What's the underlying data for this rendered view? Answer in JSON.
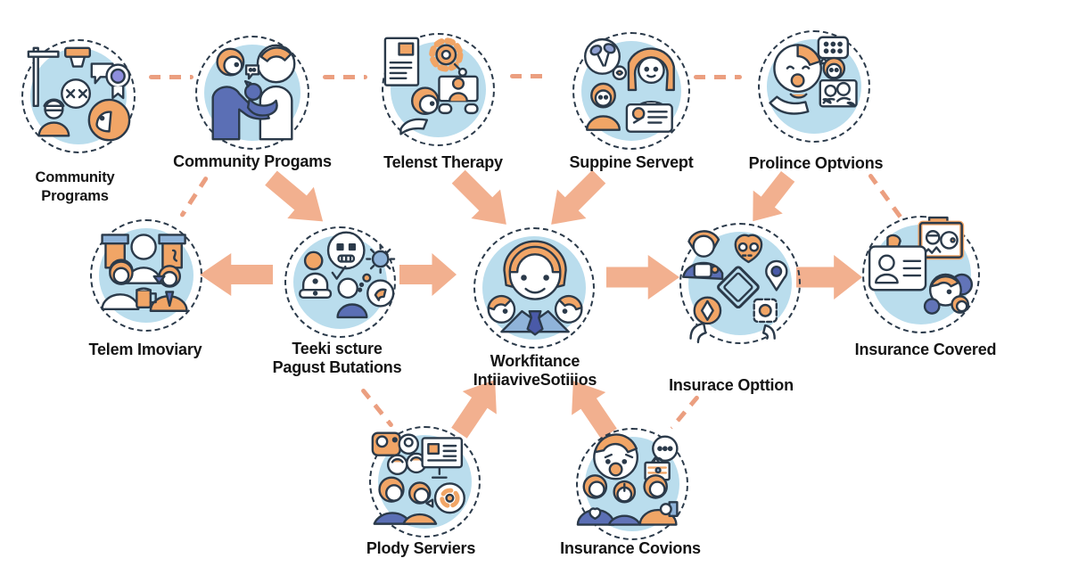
{
  "diagram": {
    "nodes": [
      {
        "id": "community-programs",
        "label": "Community Programs"
      },
      {
        "id": "community-progams",
        "label": "Community Progams"
      },
      {
        "id": "telenst-therapy",
        "label": "Telenst Therapy"
      },
      {
        "id": "suppine-servept",
        "label": "Suppine Servept"
      },
      {
        "id": "prolince-optvions",
        "label": "Prolince Optvions"
      },
      {
        "id": "telem-imoviary",
        "label": "Telem Imoviary"
      },
      {
        "id": "teekisture",
        "label": "Teeki scture",
        "label2": "Pagust Butations"
      },
      {
        "id": "workfitance",
        "label": "Workfitance",
        "label2": "IntiiaviveSotiiios"
      },
      {
        "id": "insurace-opttion",
        "label": "Insurace Opttion"
      },
      {
        "id": "insurance-covered",
        "label": "Insurance Covered"
      },
      {
        "id": "plody-serviers",
        "label": "Plody Serviers"
      },
      {
        "id": "insurance-covions",
        "label": "Insurance Covions"
      }
    ],
    "connections": [
      {
        "from": "community-progams",
        "to": "teekisture",
        "style": "solid-arrow"
      },
      {
        "from": "telenst-therapy",
        "to": "workfitance",
        "style": "solid-arrow"
      },
      {
        "from": "suppine-servept",
        "to": "workfitance",
        "style": "solid-arrow"
      },
      {
        "from": "prolince-optvions",
        "to": "insurace-opttion",
        "style": "solid-arrow"
      },
      {
        "from": "teekisture",
        "to": "telem-imoviary",
        "style": "solid-arrow"
      },
      {
        "from": "teekisture",
        "to": "workfitance",
        "style": "solid-arrow"
      },
      {
        "from": "workfitance",
        "to": "insurace-opttion",
        "style": "solid-arrow"
      },
      {
        "from": "insurace-opttion",
        "to": "insurance-covered",
        "style": "solid-arrow"
      },
      {
        "from": "plody-serviers",
        "to": "workfitance",
        "style": "solid-arrow"
      },
      {
        "from": "insurance-covions",
        "to": "workfitance",
        "style": "solid-arrow"
      },
      {
        "from": "community-programs",
        "to": "community-progams",
        "style": "dashed"
      },
      {
        "from": "community-progams",
        "to": "telenst-therapy",
        "style": "dashed"
      },
      {
        "from": "telenst-therapy",
        "to": "suppine-servept",
        "style": "dashed"
      },
      {
        "from": "suppine-servept",
        "to": "prolince-optvions",
        "style": "dashed"
      },
      {
        "from": "community-progams",
        "to": "telem-imoviary",
        "style": "dashed"
      },
      {
        "from": "prolince-optvions",
        "to": "insurance-covered",
        "style": "dashed"
      },
      {
        "from": "teekisture",
        "to": "plody-serviers",
        "style": "dashed"
      },
      {
        "from": "insurace-opttion",
        "to": "insurance-covions",
        "style": "dashed"
      }
    ],
    "colors": {
      "arrow": "#f2b08f",
      "connector_dashed": "#eb9f80",
      "node_circle_fill": "#badded",
      "outline": "#2b3a4a",
      "accent_orange": "#f1a566",
      "accent_blue": "#6274b8",
      "label_text": "#141414",
      "background": "#ffffff"
    }
  }
}
